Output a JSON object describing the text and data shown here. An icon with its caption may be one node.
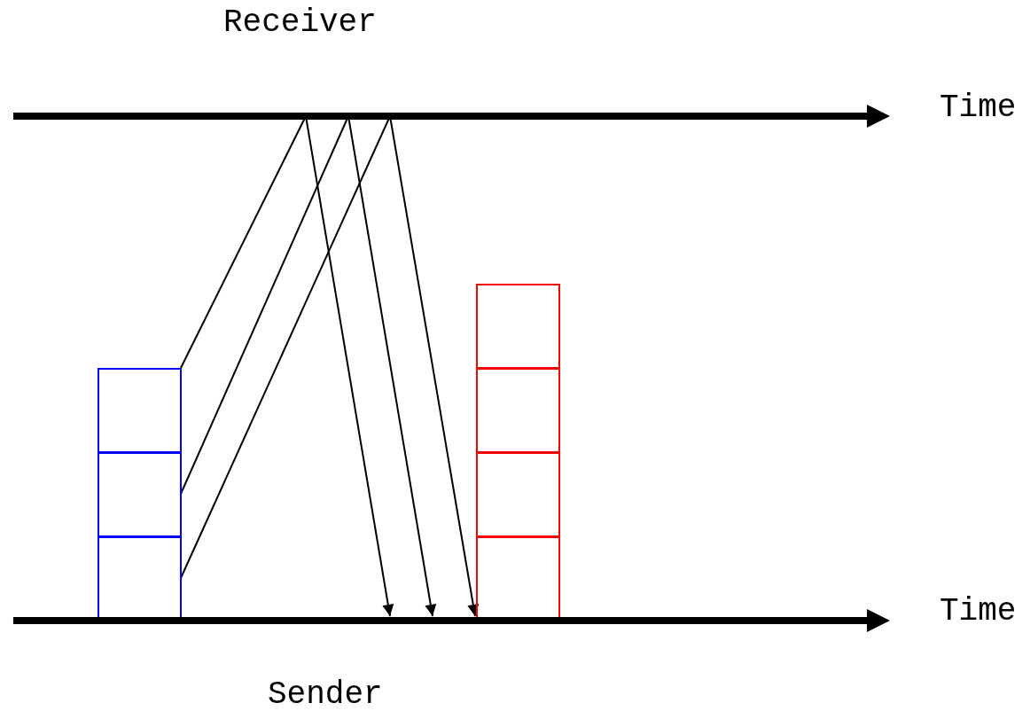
{
  "diagram": {
    "nodes": [
      {
        "text": [],
        "shape": "bar"
      },
      {
        "text": [],
        "shape": "box"
      },
      {
        "text": [],
        "shape": "box"
      },
      {
        "text": [],
        "shape": "box"
      },
      {
        "text": [],
        "shape": "box"
      },
      {
        "text": [],
        "shape": "box"
      },
      {
        "text": [],
        "shape": "box"
      },
      {
        "text": [],
        "shape": "box"
      },
      {
        "text": [],
        "shape": "bar"
      }
    ],
    "edges": [
      {
        "from": 1,
        "to": 0,
        "arrow": "none"
      },
      {
        "from": 2,
        "to": 0,
        "arrow": "none"
      },
      {
        "from": 3,
        "to": 0,
        "arrow": "none"
      },
      {
        "from": 0,
        "to": 8,
        "arrow": "to"
      },
      {
        "from": 0,
        "to": 8,
        "arrow": "to"
      },
      {
        "from": 0,
        "to": 8,
        "arrow": "to"
      }
    ],
    "labels": [
      "Receiver",
      "Time",
      "Time",
      "Sender"
    ]
  }
}
